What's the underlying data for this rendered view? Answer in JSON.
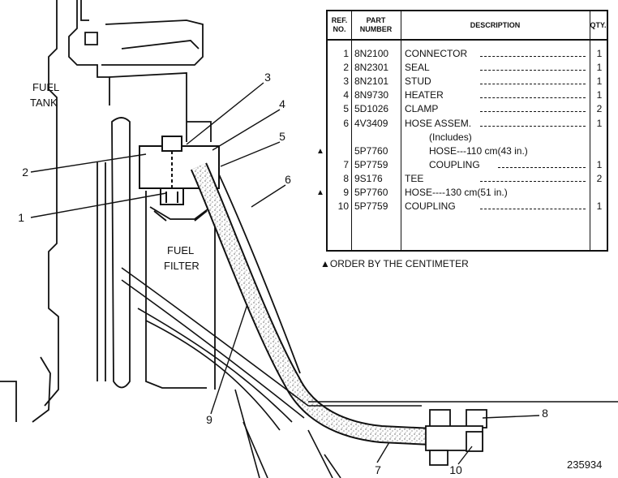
{
  "labels": {
    "fuel_tank": [
      "FUEL",
      "TANK"
    ],
    "fuel_filter": [
      "FUEL",
      "FILTER"
    ],
    "drawing_number": "235934"
  },
  "callouts": [
    "1",
    "2",
    "3",
    "4",
    "5",
    "6",
    "7",
    "8",
    "9",
    "10"
  ],
  "table": {
    "headers": {
      "ref": [
        "REF.",
        "NO."
      ],
      "part": [
        "PART",
        "NUMBER"
      ],
      "desc": "DESCRIPTION",
      "qty": "QTY."
    },
    "rows": [
      {
        "ref": "1",
        "part": "8N2100",
        "desc": "CONNECTOR",
        "qty": "1",
        "mark": ""
      },
      {
        "ref": "2",
        "part": "8N2301",
        "desc": "SEAL",
        "qty": "1",
        "mark": ""
      },
      {
        "ref": "3",
        "part": "8N2101",
        "desc": "STUD",
        "qty": "1",
        "mark": ""
      },
      {
        "ref": "4",
        "part": "8N9730",
        "desc": "HEATER",
        "qty": "1",
        "mark": ""
      },
      {
        "ref": "5",
        "part": "5D1026",
        "desc": "CLAMP",
        "qty": "2",
        "mark": ""
      },
      {
        "ref": "6",
        "part": "4V3409",
        "desc": "HOSE ASSEM.",
        "qty": "1",
        "mark": ""
      },
      {
        "ref": "",
        "part": "",
        "desc": "(Includes)",
        "qty": "",
        "mark": ""
      },
      {
        "ref": "",
        "part": "5P7760",
        "desc": "HOSE---110 cm(43 in.)",
        "qty": "",
        "mark": "▲"
      },
      {
        "ref": "7",
        "part": "5P7759",
        "desc": "COUPLING",
        "qty": "1",
        "mark": ""
      },
      {
        "ref": "8",
        "part": "9S176",
        "desc": "TEE",
        "qty": "2",
        "mark": ""
      },
      {
        "ref": "9",
        "part": "5P7760",
        "desc": "HOSE----130 cm(51 in.)",
        "qty": "",
        "mark": "▲"
      },
      {
        "ref": "10",
        "part": "5P7759",
        "desc": "COUPLING",
        "qty": "1",
        "mark": ""
      }
    ],
    "note": "▲ORDER BY THE CENTIMETER"
  },
  "colors": {
    "ink": "#111111",
    "hose_speckle": "#555555",
    "paper": "#ffffff"
  }
}
